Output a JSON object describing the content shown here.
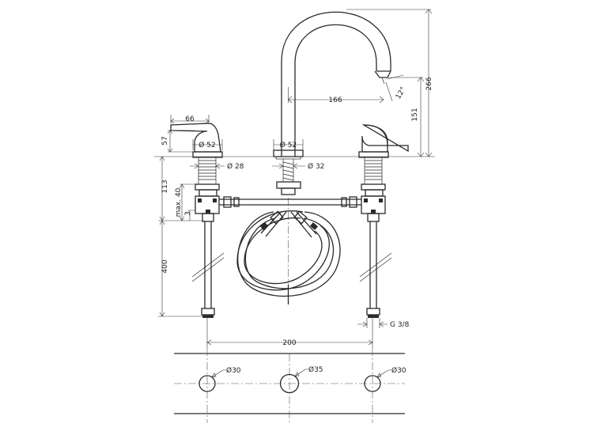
{
  "dimensions": {
    "handle_width": "66",
    "handle_height": "57",
    "handle_base_dia": "Ø 52",
    "spout_base_dia": "Ø 52",
    "handle_shank_dia": "Ø 28",
    "spout_shank_dia": "Ø 32",
    "spout_reach": "166",
    "spout_angle": "12°",
    "spout_outlet_height": "151",
    "total_height": "266",
    "shank_length": "113",
    "max_deck_thickness": "max. 40",
    "small_offset": "3",
    "hose_length": "400",
    "connection_thread": "G 3/8",
    "center_spacing": "200",
    "left_hole_dia": "Ø30",
    "center_hole_dia": "Ø35",
    "right_hole_dia": "Ø30"
  }
}
